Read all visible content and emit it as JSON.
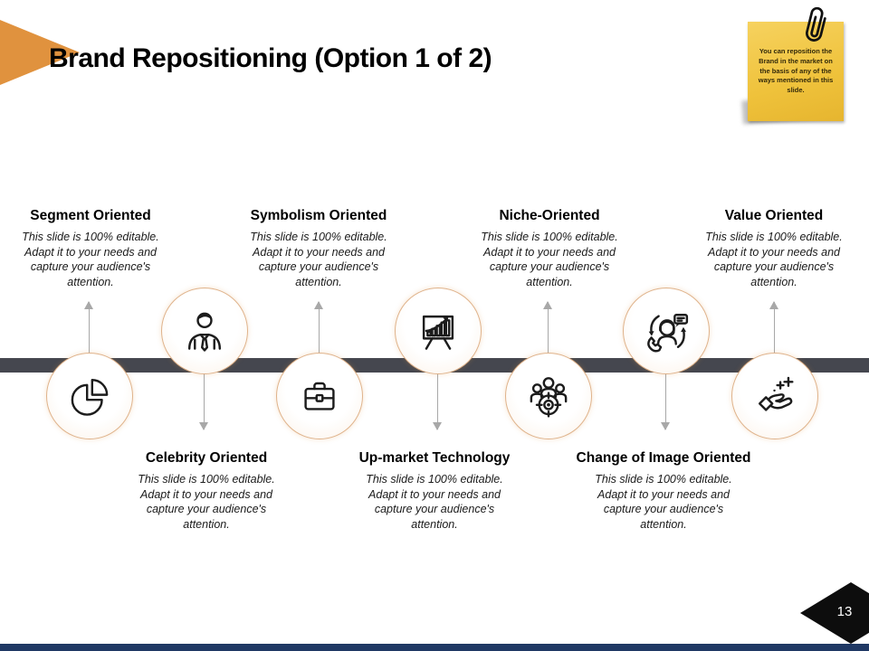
{
  "slide": {
    "title": "Brand Repositioning (Option 1 of 2)",
    "page_number": "13"
  },
  "sticky_note": {
    "text": "You can reposition the Brand in the market on the basis of any of the ways mentioned in this slide."
  },
  "items": [
    {
      "label": "Segment Oriented",
      "description": "This slide is 100% editable. Adapt it to your needs and capture your audience's attention.",
      "side": "top",
      "icon": "pie-chart-icon"
    },
    {
      "label": "Celebrity Oriented",
      "description": "This slide is 100% editable. Adapt it to your needs and capture your audience's attention.",
      "side": "bottom",
      "icon": "businessman-icon"
    },
    {
      "label": "Symbolism Oriented",
      "description": "This slide is 100% editable. Adapt it to your needs and capture your audience's attention.",
      "side": "top",
      "icon": "briefcase-icon"
    },
    {
      "label": "Up-market Technology",
      "description": "This slide is 100% editable. Adapt it to your needs and capture your audience's attention.",
      "side": "bottom",
      "icon": "growth-chart-icon"
    },
    {
      "label": "Niche-Oriented",
      "description": "This slide is 100% editable. Adapt it to your needs and capture your audience's attention.",
      "side": "top",
      "icon": "target-audience-icon"
    },
    {
      "label": "Change of Image Oriented",
      "description": "This slide is 100% editable. Adapt it to your needs and capture your audience's attention.",
      "side": "bottom",
      "icon": "customer-support-icon"
    },
    {
      "label": "Value Oriented",
      "description": "This slide is 100% editable. Adapt it to your needs and capture your audience's attention.",
      "side": "top",
      "icon": "hand-plus-icon"
    }
  ],
  "colors": {
    "accent_orange": "#E0923E",
    "timeline_bar": "#45474F",
    "note_yellow": "#EFC23B",
    "footer_navy": "#1F3864",
    "circle_border": "#DFB28A",
    "background": "#FFFFFF"
  }
}
